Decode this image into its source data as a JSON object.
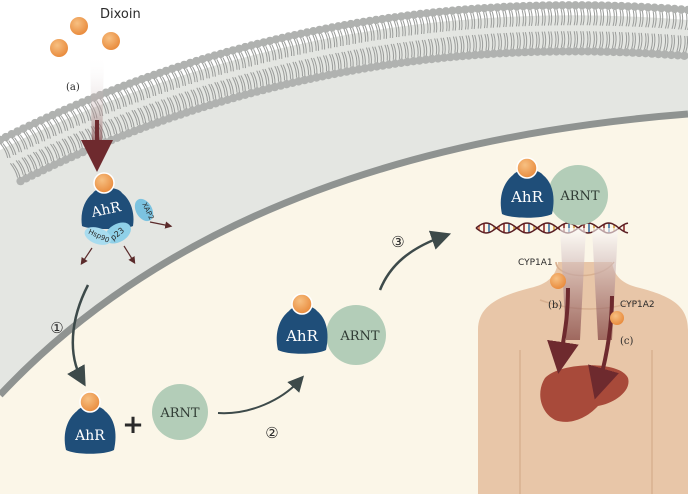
{
  "labels": {
    "ligand": "Dixoin",
    "step_a": "(a)",
    "step_b": "(b)",
    "step_c": "(c)",
    "cyp1a1": "CYP1A1",
    "cyp1a2": "CYP1A2",
    "circle_1": "①",
    "circle_2": "②",
    "circle_3": "③",
    "plus": "+"
  },
  "proteins": {
    "ahr": "AhR",
    "arnt": "ARNT",
    "xap2": "XAP2",
    "p23": "p23",
    "hsp90": "Hsp90"
  },
  "colors": {
    "ahr_blue": "#1f4e79",
    "arnt_green": "#b3cdb8",
    "chaperone_blue": "#7cc3e0",
    "ligand_orange": "#f0a25a",
    "arrow_dark": "#3d4a4a",
    "arrow_maroon": "#6e2a2e",
    "cytoplasm": "#e4e6e2",
    "nucleus": "#fbf6e8",
    "body_skin": "#e8c6a8",
    "liver": "#a84a3a"
  }
}
